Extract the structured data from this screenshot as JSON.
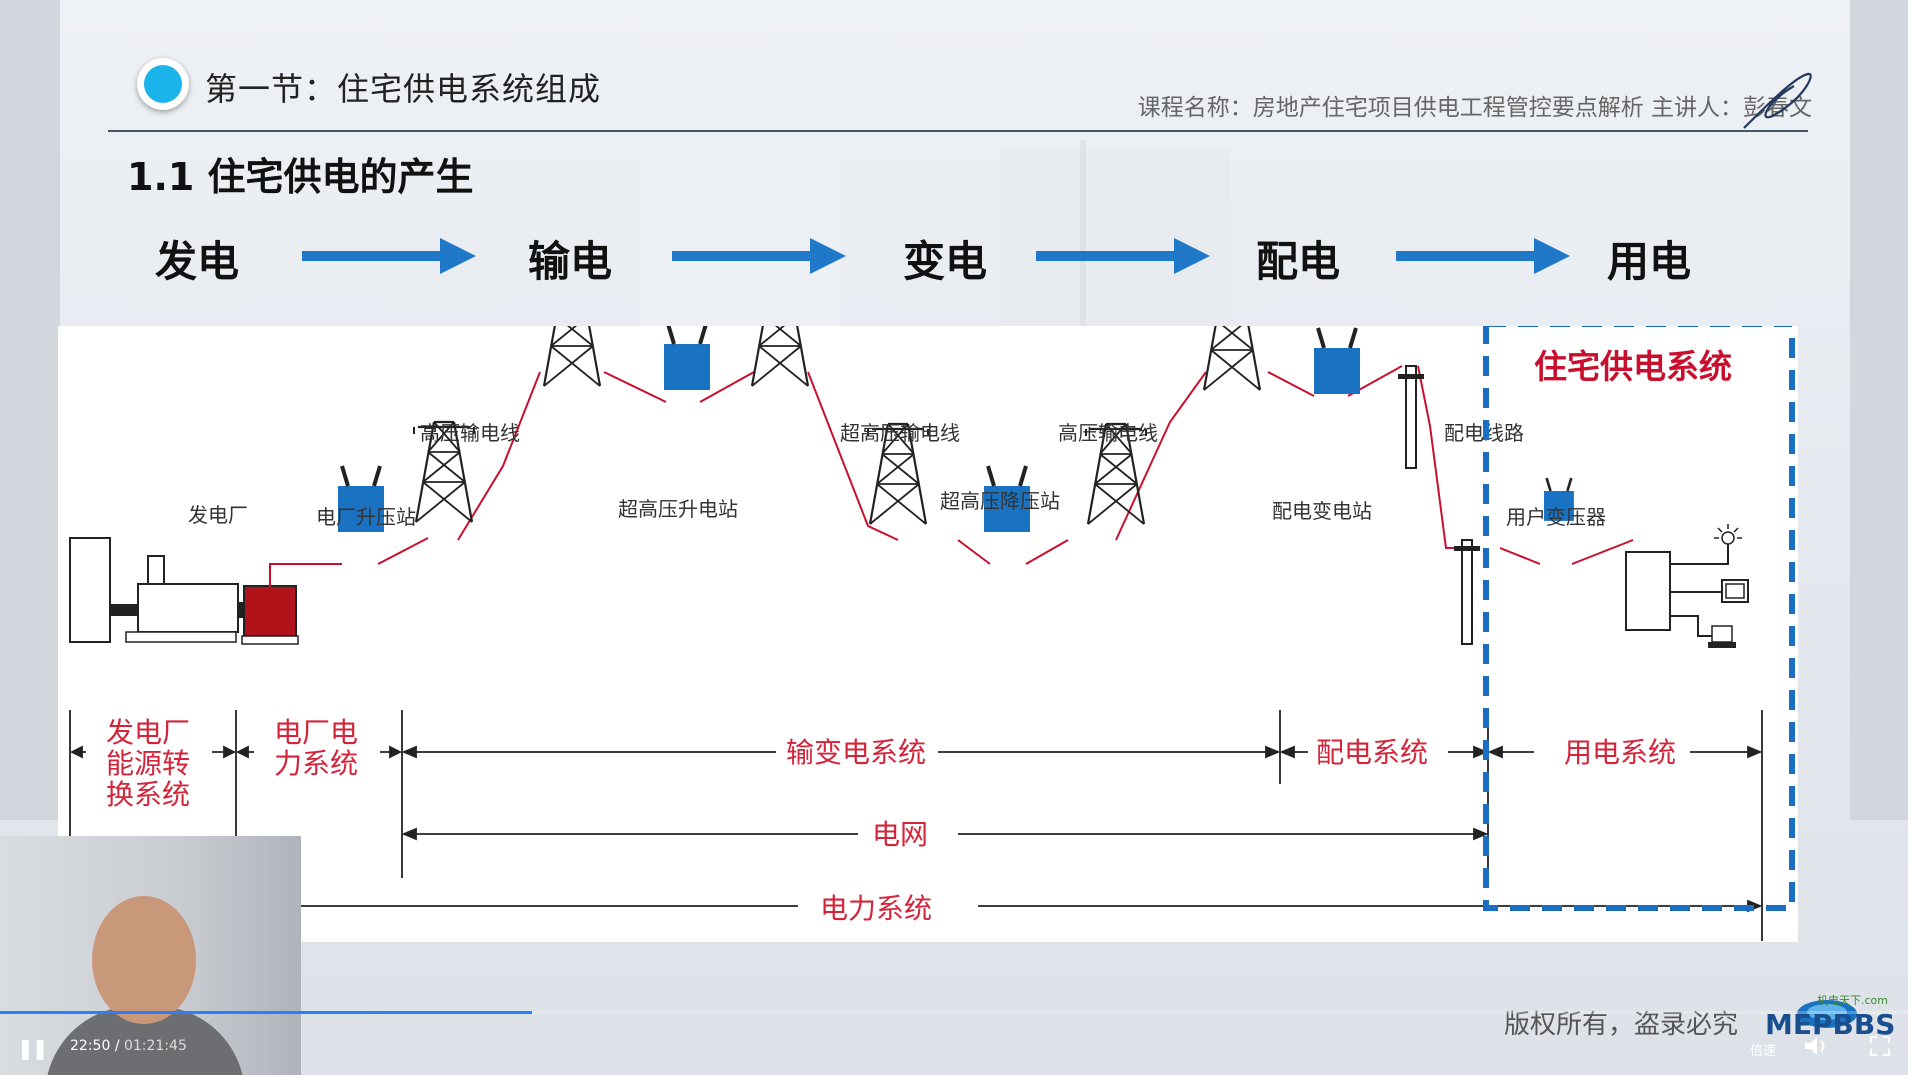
{
  "header": {
    "section_title": "第一节：住宅供电系统组成",
    "course_info": "课程名称：房地产住宅项目供电工程管控要点解析 主讲人：彭春文"
  },
  "heading": "1.1 住宅供电的产生",
  "flow": [
    "发电",
    "输电",
    "变电",
    "配电",
    "用电"
  ],
  "diagram": {
    "highlight_title": "住宅供电系统",
    "labels": {
      "power_plant": "发电厂",
      "step_up": "电厂升压站",
      "hv_line_1": "高压输电线",
      "ehv_step_up": "超高压升电站",
      "ehv_line": "超高压输电线",
      "ehv_step_down": "超高压降压站",
      "hv_line_2": "高压输电线",
      "dist_substation": "配电变电站",
      "dist_line": "配电线路",
      "user_transformer": "用户变压器"
    },
    "spans": {
      "energy_conversion": [
        "发电厂",
        "能源转",
        "换系统"
      ],
      "plant_power": [
        "电厂电",
        "力系统"
      ],
      "transmission": "输变电系统",
      "distribution": "配电系统",
      "consumption": "用电系统",
      "grid": "电网",
      "power_system": "电力系统"
    },
    "colors": {
      "equipment_blue": "#1a72c2",
      "generator_red": "#b0141a",
      "line_red": "#c8102e",
      "label_red": "#d3243a",
      "highlight_border": "#1a6fc2"
    }
  },
  "footer": {
    "copyright": "版权所有，盗录必究",
    "logo_text": "MEPBBS",
    "logo_sub": "机电天下.com"
  },
  "player": {
    "current_time": "22:50",
    "total_time": "01:21:45",
    "speed_label": "倍速",
    "progress": 0.279
  }
}
